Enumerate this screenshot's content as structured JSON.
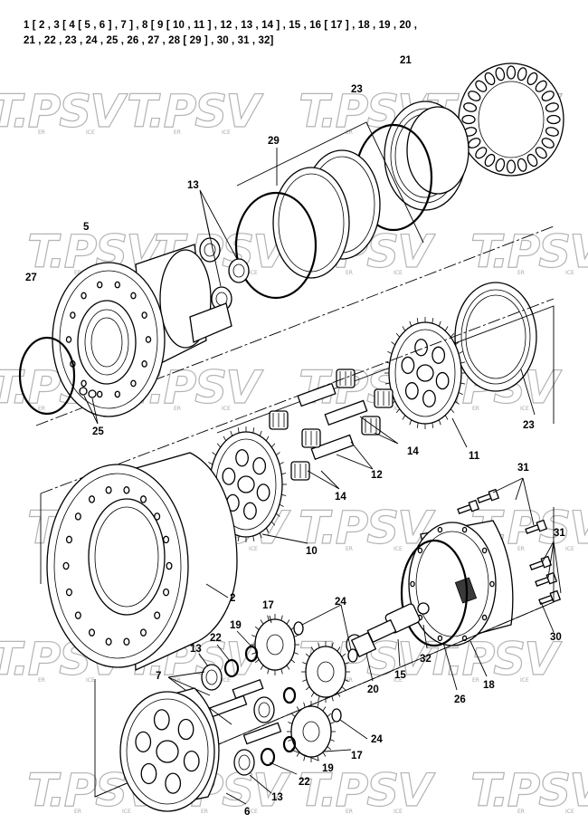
{
  "header": {
    "line1": "1 [ 2 , 3 [ 4 [ 5 , 6 ] , 7 ] , 8 [ 9 [ 10 , 11 ] , 12 , 13 , 14 ] , 15 , 16 [ 17 ] , 18 , 19 , 20 ,",
    "line2": "21 , 22 , 23 , 24 , 25 , 26 , 27 , 28 [ 29 ] , 30 , 31 , 32]"
  },
  "watermark": {
    "text": "T.PSV",
    "sub_left": "ER",
    "sub_right": "ICE"
  },
  "callouts": {
    "c21": "21",
    "c23a": "23",
    "c29": "29",
    "c13a": "13",
    "c5": "5",
    "c27": "27",
    "c25": "25",
    "c23b": "23",
    "c11": "11",
    "c14a": "14",
    "c12": "12",
    "c14b": "14",
    "c10": "10",
    "c31a": "31",
    "c31b": "31",
    "c2": "2",
    "c30": "30",
    "c17a": "17",
    "c24a": "24",
    "c19a": "19",
    "c22a": "22",
    "c13b": "13",
    "c7": "7",
    "c15": "15",
    "c32": "32",
    "c20": "20",
    "c26": "26",
    "c18": "18",
    "c24b": "24",
    "c17b": "17",
    "c19b": "19",
    "c22b": "22",
    "c13c": "13",
    "c6": "6"
  }
}
